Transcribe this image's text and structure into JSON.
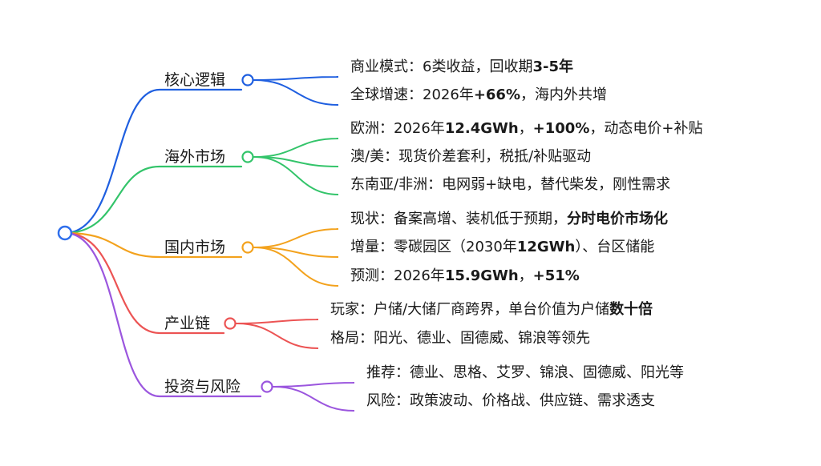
{
  "root": {
    "color": "#2f6fec"
  },
  "branches": [
    {
      "id": "core",
      "label": "核心逻辑",
      "color": "#1f5fe0",
      "leaves": [
        [
          {
            "t": "商业模式：6类收益，回收期"
          },
          {
            "t": "3-5年",
            "b": true
          }
        ],
        [
          {
            "t": "全球增速：2026年"
          },
          {
            "t": "+66%",
            "b": true
          },
          {
            "t": "，海内外共增"
          }
        ]
      ]
    },
    {
      "id": "overseas",
      "label": "海外市场",
      "color": "#33c46a",
      "leaves": [
        [
          {
            "t": "欧洲：2026年"
          },
          {
            "t": "12.4GWh",
            "b": true
          },
          {
            "t": "，"
          },
          {
            "t": "+100%",
            "b": true
          },
          {
            "t": "，动态电价+补贴"
          }
        ],
        [
          {
            "t": "澳/美：现货价差套利，税抵/补贴驱动"
          }
        ],
        [
          {
            "t": "东南亚/非洲：电网弱+缺电，替代柴发，刚性需求"
          }
        ]
      ]
    },
    {
      "id": "domestic",
      "label": "国内市场",
      "color": "#f3a21d",
      "leaves": [
        [
          {
            "t": "现状：备案高增、装机低于预期，"
          },
          {
            "t": "分时电价市场化",
            "b": true
          }
        ],
        [
          {
            "t": "增量：零碳园区（2030年"
          },
          {
            "t": "12GWh",
            "b": true
          },
          {
            "t": "）、台区储能"
          }
        ],
        [
          {
            "t": "预测：2026年"
          },
          {
            "t": "15.9GWh",
            "b": true
          },
          {
            "t": "，"
          },
          {
            "t": "+51%",
            "b": true
          }
        ]
      ]
    },
    {
      "id": "industry",
      "label": "产业链",
      "color": "#ec5454",
      "leaves": [
        [
          {
            "t": "玩家：户储/大储厂商跨界，单台价值为户储"
          },
          {
            "t": "数十倍",
            "b": true
          }
        ],
        [
          {
            "t": "格局：阳光、德业、固德威、锦浪等领先"
          }
        ]
      ]
    },
    {
      "id": "invest",
      "label": "投资与风险",
      "color": "#9b56de",
      "leaves": [
        [
          {
            "t": "推荐：德业、思格、艾罗、锦浪、固德威、阳光等"
          }
        ],
        [
          {
            "t": "风险：政策波动、价格战、供应链、需求透支"
          }
        ]
      ]
    }
  ]
}
